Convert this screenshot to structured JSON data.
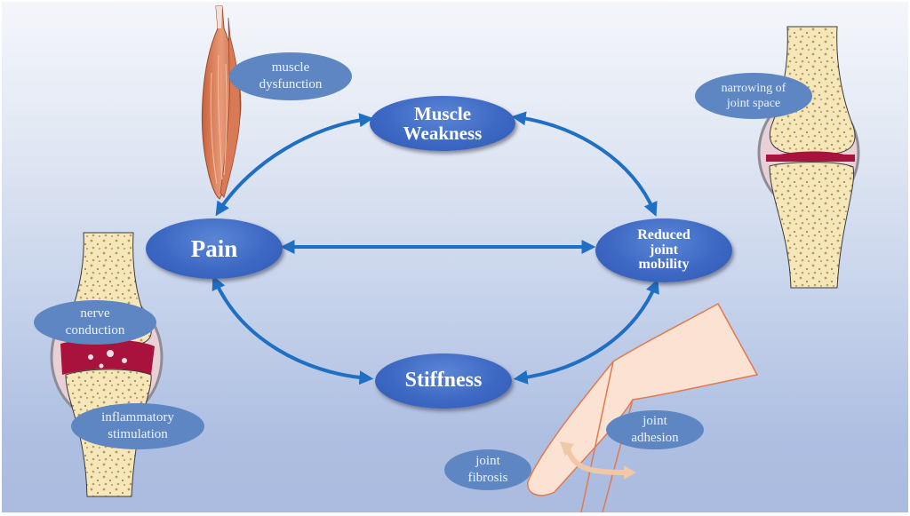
{
  "diagram": {
    "colors": {
      "arrow": "#1f6fc4",
      "node_fill": "#3d69c4",
      "tag_fill": "#5d86c2",
      "bone": "#f5e6b8",
      "inflammation": "#a8123c",
      "skin": "#fbe2d2"
    },
    "nodes": {
      "muscle_weakness": [
        "Muscle",
        "Weakness"
      ],
      "pain": [
        "Pain"
      ],
      "reduced_mobility": [
        "Reduced",
        "joint",
        "mobility"
      ],
      "stiffness": [
        "Stiffness"
      ]
    },
    "tags": {
      "muscle_dysfunction": [
        "muscle",
        "dysfunction"
      ],
      "narrowing": [
        "narrowing of",
        "joint space"
      ],
      "nerve_conduction": [
        "nerve",
        "conduction"
      ],
      "inflammatory": [
        "inflammatory",
        "stimulation"
      ],
      "joint_adhesion": [
        "joint",
        "adhesion"
      ],
      "joint_fibrosis": [
        "joint",
        "fibrosis"
      ]
    },
    "edges": [
      {
        "from": "Pain",
        "to": "Muscle Weakness",
        "direction": "bidirectional"
      },
      {
        "from": "Muscle Weakness",
        "to": "Reduced joint mobility",
        "direction": "bidirectional"
      },
      {
        "from": "Pain",
        "to": "Reduced joint mobility",
        "direction": "bidirectional"
      },
      {
        "from": "Pain",
        "to": "Stiffness",
        "direction": "bidirectional"
      },
      {
        "from": "Stiffness",
        "to": "Reduced joint mobility",
        "direction": "bidirectional"
      }
    ],
    "illustrations": [
      "muscle-illustration",
      "healthy-joint-illustration",
      "inflamed-joint-illustration",
      "bent-finger-illustration"
    ]
  }
}
